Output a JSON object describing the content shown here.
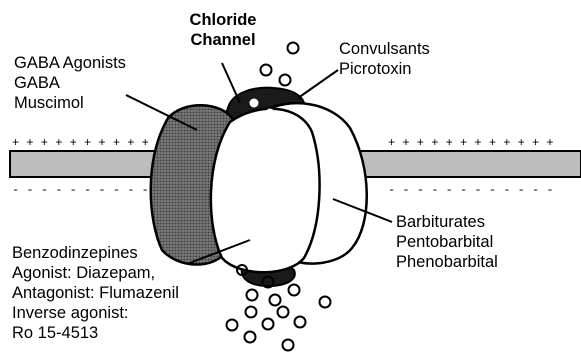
{
  "labels": {
    "chloride_channel": {
      "line1": "Chloride",
      "line2": "Channel"
    },
    "gaba_agonists": {
      "title": "GABA Agonists",
      "items": [
        "GABA",
        "Muscimol"
      ]
    },
    "convulsants": {
      "title": "Convulsants",
      "items": [
        "Picrotoxin"
      ]
    },
    "barbiturates": {
      "title": "Barbiturates",
      "items": [
        "Pentobarbital",
        "Phenobarbital"
      ]
    },
    "benzodiazepines": {
      "title": "Benzodinzepines",
      "items": [
        "Agonist: Diazepam,",
        "Antagonist: Flumazenil",
        "Inverse agonist:",
        "Ro 15-4513"
      ]
    }
  },
  "membrane": {
    "top_charges": "+ + + + + + + + + + + +",
    "bottom_charges": "- - - - - - - - - - - -"
  },
  "colors": {
    "gaba_subunit": "#5e5e5e",
    "channel_pore": "#1a1a1a",
    "white_subunits": "#ffffff",
    "membrane_band": "#bdbdbd"
  }
}
